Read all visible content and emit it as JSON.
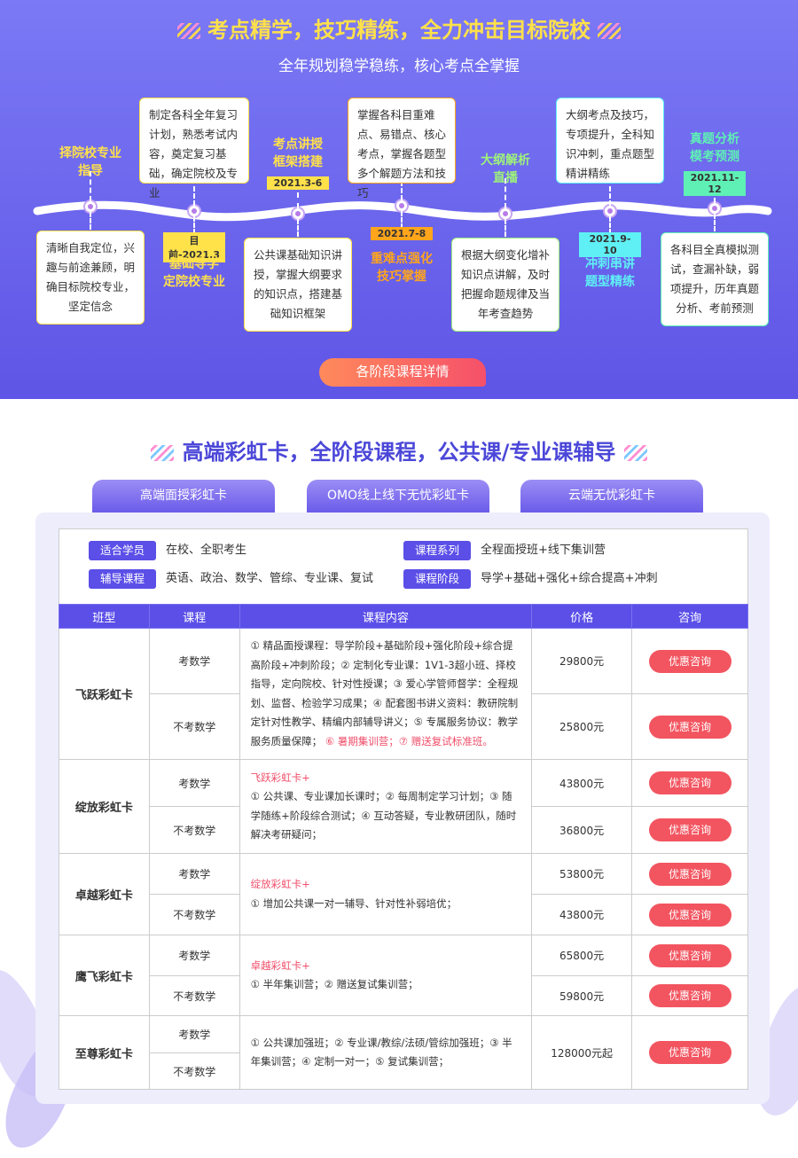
{
  "header": {
    "title": "考点精学，技巧精练，全力冲击目标院校",
    "subtitle": "全年规划稳学稳练，核心考点全掌握"
  },
  "timeline": [
    {
      "title": "择院校专业\n指导",
      "title_color": "#ffe14a",
      "desc": "清晰自我定位，兴趣与前途兼顾，明确目标院校专业，坚定信念"
    },
    {
      "date": "目前-2021.3",
      "date_color": "#ffe14a",
      "title": "基础导学\n定院校专业",
      "title_color": "#ffe14a",
      "desc": "制定各科全年复习计划，熟悉考试内容，奠定复习基础，确定院校及专业"
    },
    {
      "date": "2021.3-6",
      "date_color": "#ffe14a",
      "title": "考点讲授\n框架搭建",
      "title_color": "#ffe14a",
      "desc": "公共课基础知识讲授，掌握大纲要求的知识点，搭建基础知识框架"
    },
    {
      "date": "2021.7-8",
      "date_color": "#ffa51c",
      "title": "重难点强化\n技巧掌握",
      "title_color": "#ffa51c",
      "desc": "掌握各科目重难点、易错点、核心考点，掌握各题型多个解题方法和技巧"
    },
    {
      "title": "大纲解析\n直播",
      "title_color": "#9ef27a",
      "desc": "根据大纲变化增补知识点讲解，及时把握命题规律及当年考查趋势"
    },
    {
      "date": "2021.9-10",
      "date_color": "#5ff0f5",
      "title": "冲刺串讲\n题型精练",
      "title_color": "#5ff0f5",
      "desc": "大纲考点及技巧，专项提升，全科知识冲刺，重点题型精讲精练"
    },
    {
      "date": "2021.11-12",
      "date_color": "#5ef0b5",
      "title": "真题分析\n模考预测",
      "title_color": "#5ef0b5",
      "desc": "各科目全真模拟测试，查漏补缺，弱项提升，历年真题分析、考前预测"
    }
  ],
  "cta": "各阶段课程详情",
  "section2": {
    "title": "高端彩虹卡，全阶段课程，公共课/专业课辅导"
  },
  "tabs": [
    "高端面授彩虹卡",
    "OMO线上线下无忧彩虹卡",
    "云端无忧彩虹卡"
  ],
  "info": [
    {
      "label": "适合学员",
      "value": "在校、全职考生"
    },
    {
      "label": "课程系列",
      "value": "全程面授班+线下集训营"
    },
    {
      "label": "辅导课程",
      "value": "英语、政治、数学、管综、专业课、复试"
    },
    {
      "label": "课程阶段",
      "value": "导学+基础+强化+综合提高+冲刺"
    }
  ],
  "table": {
    "headers": [
      "班型",
      "课程",
      "课程内容",
      "价格",
      "咨询"
    ],
    "consult": "优惠咨询",
    "sub": [
      "考数学",
      "不考数学"
    ],
    "rows": [
      {
        "name": "飞跃彩虹卡",
        "prefix": "",
        "content": "① 精品面授课程：导学阶段+基础阶段+强化阶段+综合提高阶段+冲刺阶段；② 定制化专业课：1V1-3超小班、择校指导，定向院校、针对性授课；③ 爱心学管师督学：全程规划、监督、检验学习成果；④ 配套图书讲义资料：教研院制定针对性教学、精编内部辅导讲义；⑤ 专属服务协议：教学服务质量保障；",
        "highlight": "⑥ 暑期集训营；⑦ 赠送复试标准班。",
        "prices": [
          "29800元",
          "25800元"
        ]
      },
      {
        "name": "绽放彩虹卡",
        "prefix": "飞跃彩虹卡+",
        "content": "① 公共课、专业课加长课时；② 每周制定学习计划；③ 随学随练+阶段综合测试；④ 互动答疑，专业教研团队，随时解决考研疑问；",
        "highlight": "",
        "prices": [
          "43800元",
          "36800元"
        ]
      },
      {
        "name": "卓越彩虹卡",
        "prefix": "绽放彩虹卡+",
        "content": "① 增加公共课一对一辅导、针对性补弱培优；",
        "highlight": "",
        "prices": [
          "53800元",
          "43800元"
        ]
      },
      {
        "name": "鹰飞彩虹卡",
        "prefix": "卓越彩虹卡+",
        "content": "① 半年集训营；② 赠送复试集训营；",
        "highlight": "",
        "prices": [
          "65800元",
          "59800元"
        ]
      },
      {
        "name": "至尊彩虹卡",
        "prefix": "",
        "content": "① 公共课加强班；② 专业课/教综/法硕/管综加强班；③ 半年集训营；④ 定制一对一；⑤ 复试集训营；",
        "highlight": "",
        "prices": [
          "128000元起"
        ]
      }
    ]
  }
}
